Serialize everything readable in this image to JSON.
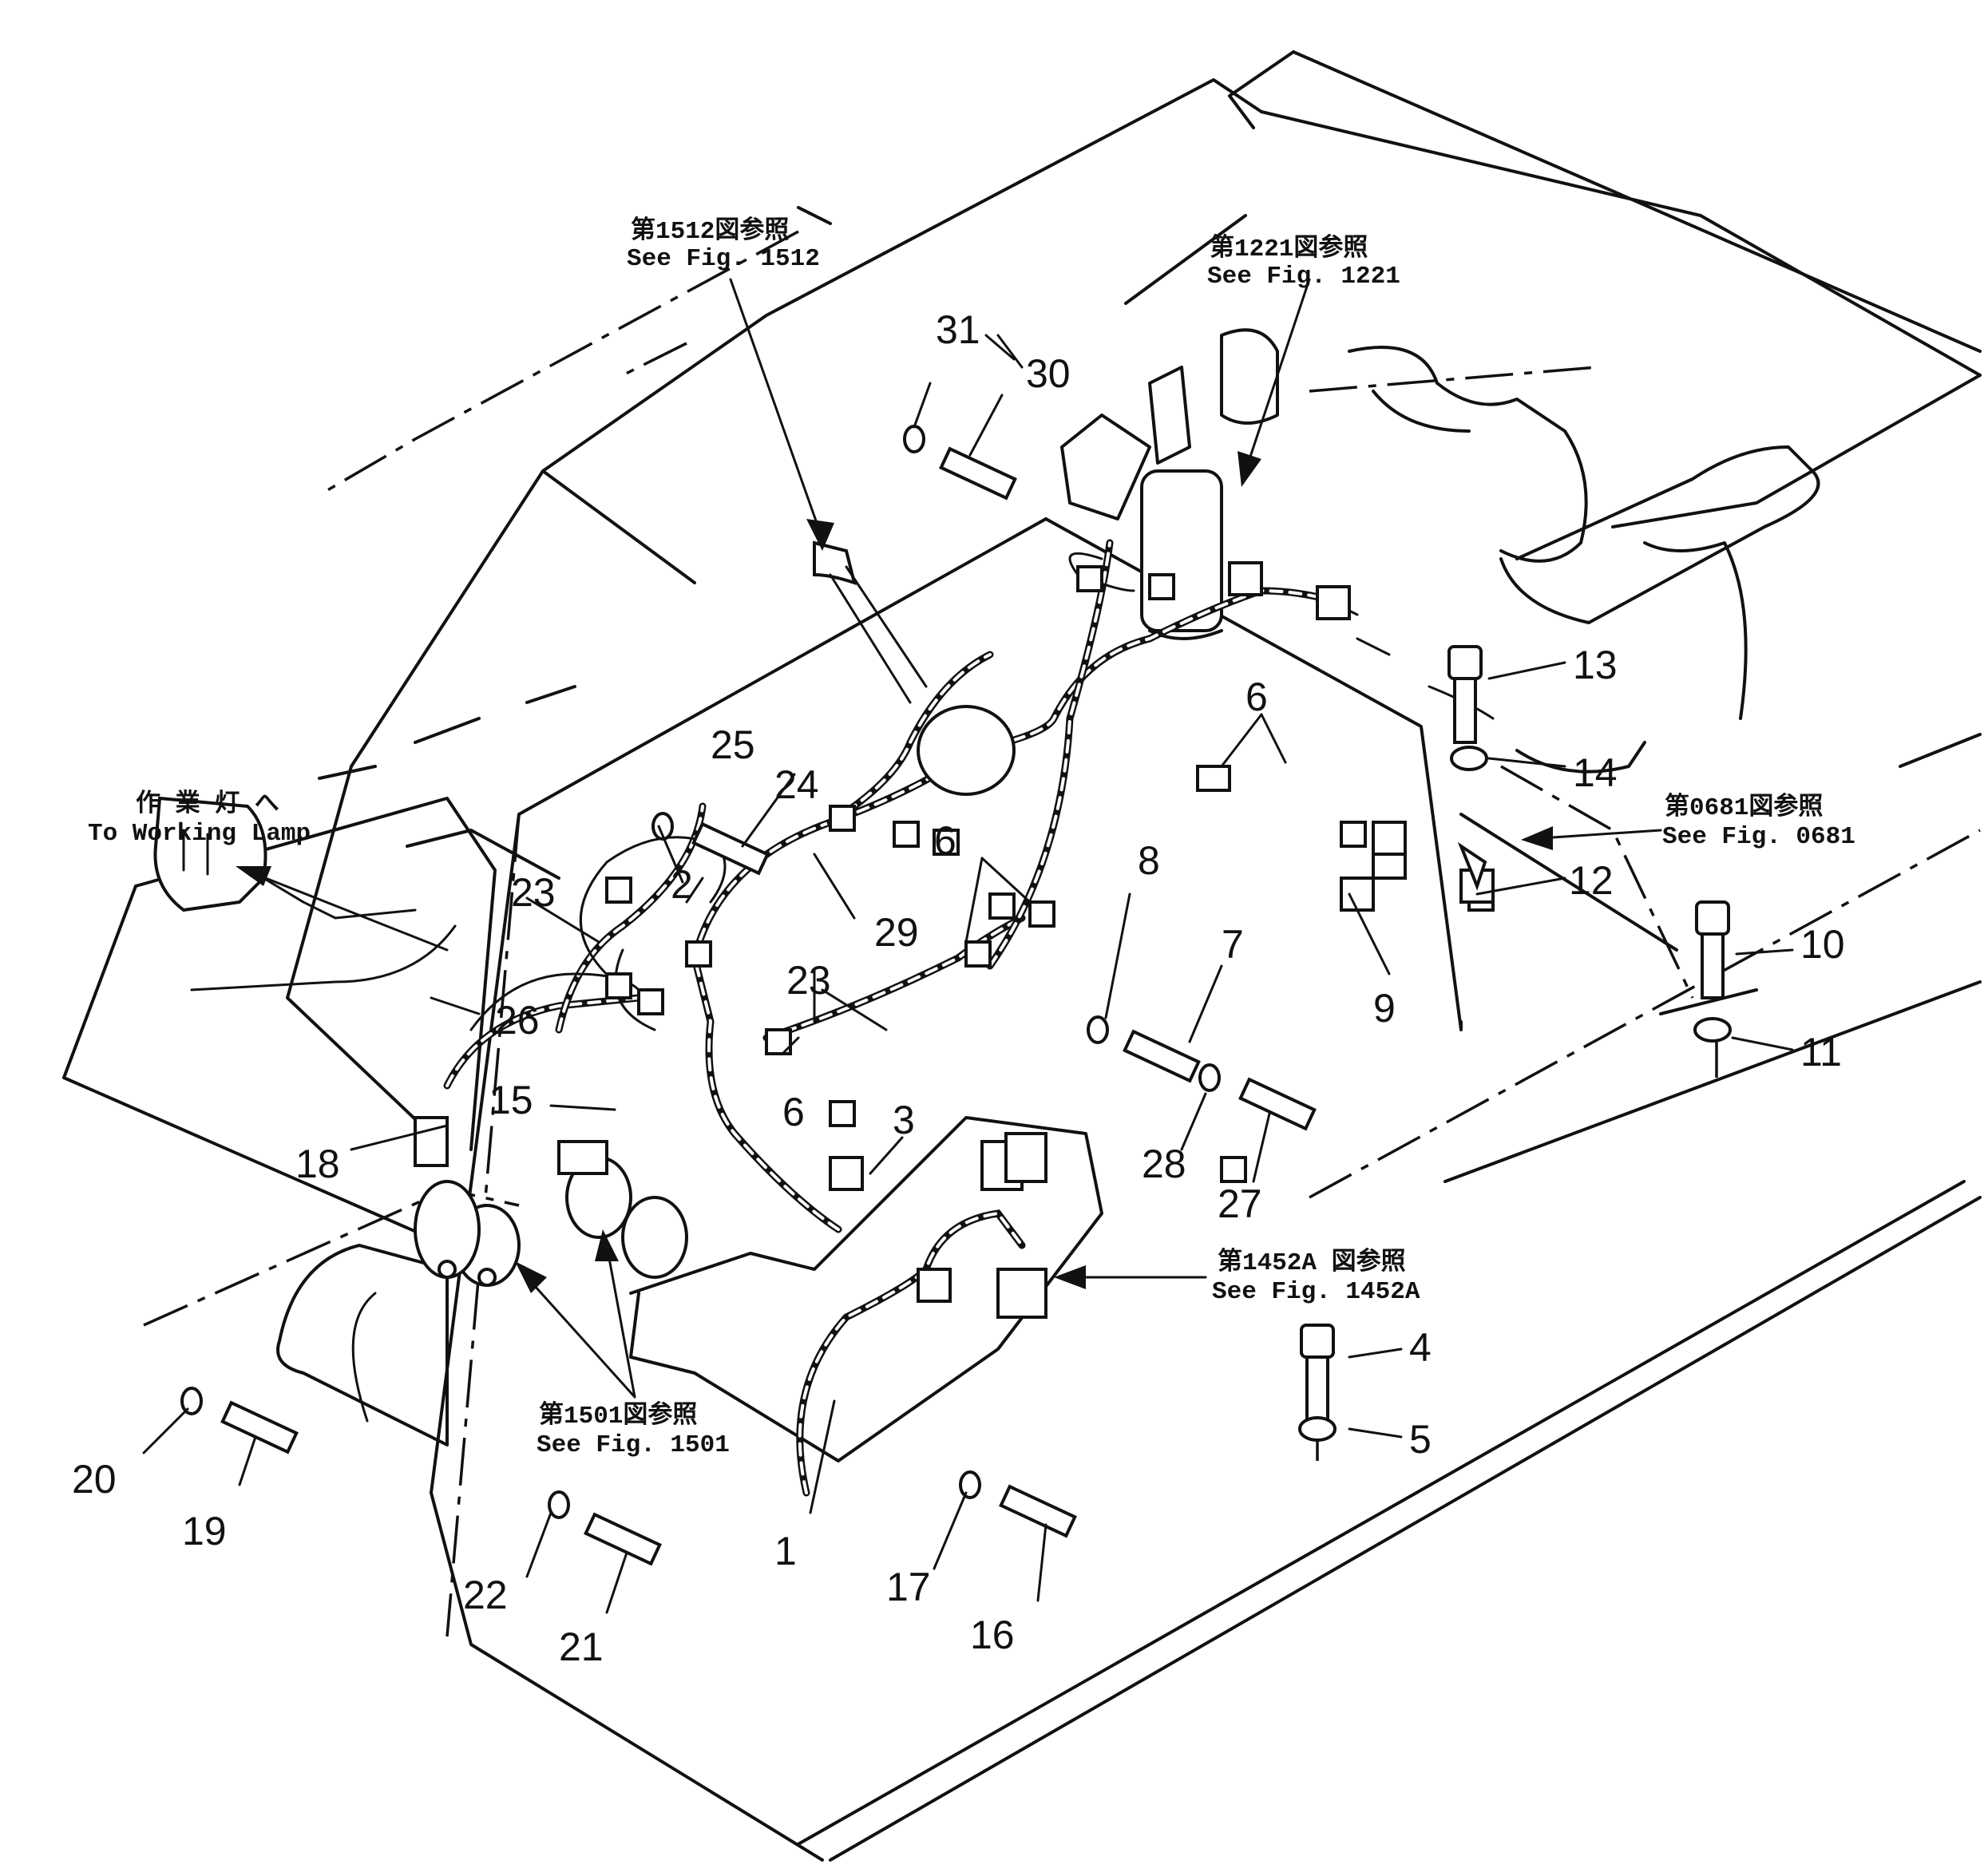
{
  "references": {
    "fig_1512": {
      "ja": "第1512図参照",
      "en": "See Fig. 1512"
    },
    "fig_1221": {
      "ja": "第1221図参照",
      "en": "See Fig. 1221"
    },
    "fig_0681": {
      "ja": "第0681図参照",
      "en": "See Fig. 0681"
    },
    "fig_1452a": {
      "ja": "第1452A 図参照",
      "en": "See Fig. 1452A"
    },
    "fig_1501": {
      "ja": "第1501図参照",
      "en": "See Fig. 1501"
    },
    "working_lamp": {
      "ja": "作 業 灯 へ",
      "en": "To Working Lamp"
    }
  },
  "callouts": {
    "n1": "1",
    "n2": "2",
    "n3": "3",
    "n4": "4",
    "n5": "5",
    "n6": "6",
    "n7": "7",
    "n8": "8",
    "n9": "9",
    "n10": "10",
    "n11": "11",
    "n12": "12",
    "n13": "13",
    "n14": "14",
    "n15": "15",
    "n16": "16",
    "n17": "17",
    "n18": "18",
    "n19": "19",
    "n20": "20",
    "n21": "21",
    "n22": "22",
    "n23": "23",
    "n24": "24",
    "n25": "25",
    "n26": "26",
    "n27": "27",
    "n28": "28",
    "n29": "29",
    "n30": "30",
    "n31": "31"
  }
}
